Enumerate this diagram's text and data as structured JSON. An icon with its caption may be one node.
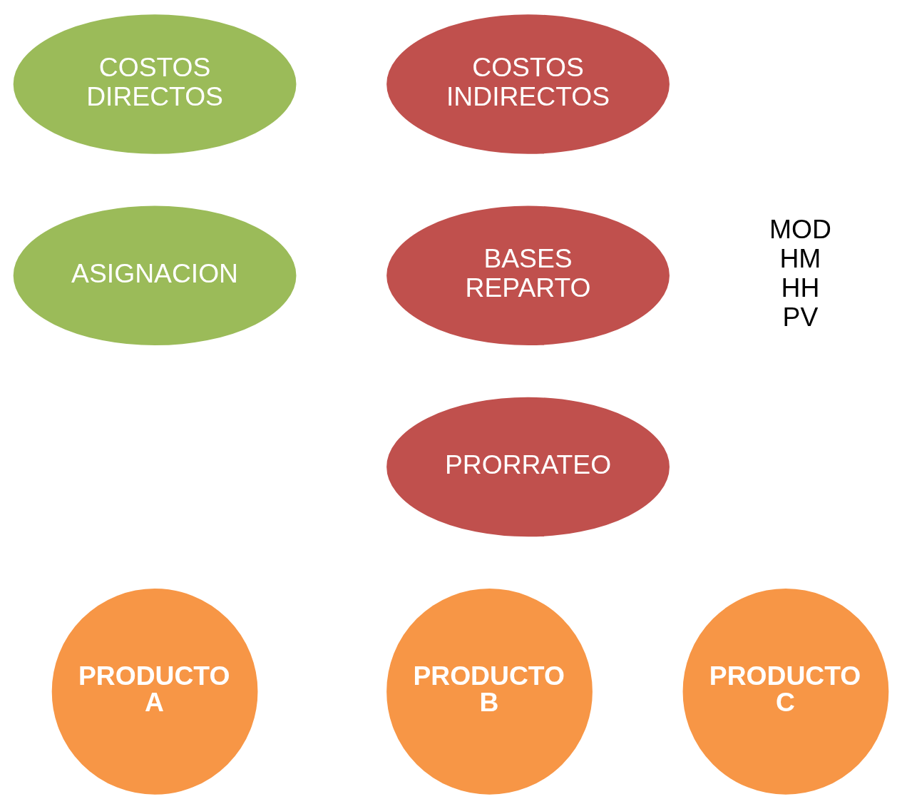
{
  "diagram": {
    "nodes": [
      {
        "text": [
          "COSTOS DIRECTOS"
        ]
      },
      {
        "text": [
          "COSTOS INDIRECTOS"
        ]
      },
      {
        "text": [
          "ASIGNACION"
        ]
      },
      {
        "text": [
          "BASES REPARTO"
        ],
        "beside": [
          "MOD HM HH PV"
        ]
      },
      {
        "text": [
          "PRORRATEO"
        ]
      },
      {
        "text": [
          "PRODUCTO A"
        ]
      },
      {
        "text": [
          "PRODUCTO B"
        ]
      },
      {
        "text": [
          "PRODUCTO C"
        ]
      }
    ],
    "edges": []
  }
}
